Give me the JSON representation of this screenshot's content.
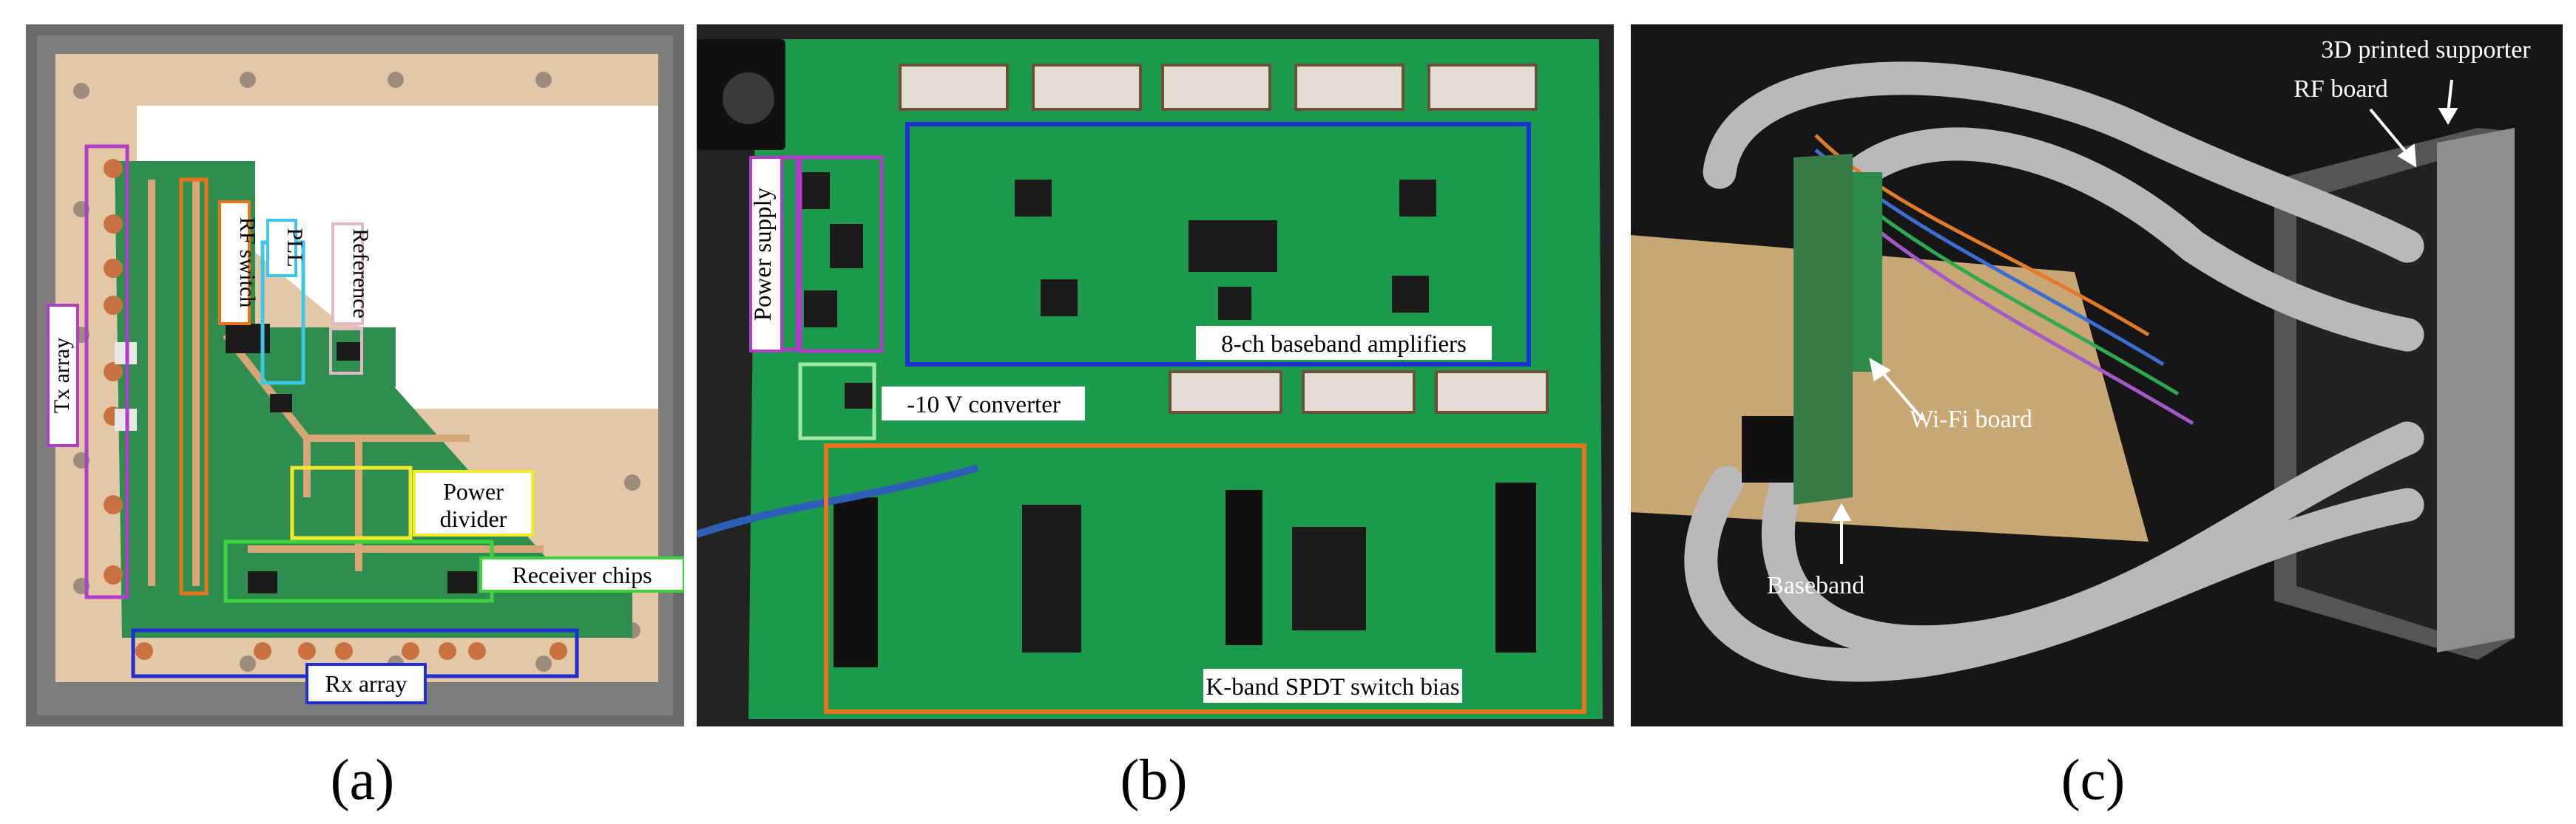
{
  "figure": {
    "panels": [
      {
        "caption": "(a)",
        "labels": {
          "tx_array": "Tx array",
          "rf_switch": "RF switch",
          "pll": "PLL",
          "reference": "Reference",
          "power_divider_1": "Power",
          "power_divider_2": "divider",
          "receiver_chips": "Receiver chips",
          "rx_array": "Rx array"
        },
        "colors": {
          "tx_array": "#b03fc8",
          "rf_switch": "#e8731a",
          "pll": "#3cc6e8",
          "reference": "#e0b8c8",
          "power_divider": "#f2ea2e",
          "receiver_chips": "#3fd23f",
          "rx_array": "#1f2fd0"
        }
      },
      {
        "caption": "(b)",
        "labels": {
          "power_supply": "Power supply",
          "baseband_amplifiers": "8-ch baseband amplifiers",
          "converter": "-10 V converter",
          "switch_bias": "K-band SPDT switch bias"
        },
        "colors": {
          "power_supply": "#b03fc8",
          "baseband_amplifiers": "#1f2fd0",
          "converter": "#9fe89f",
          "switch_bias": "#e8731a"
        }
      },
      {
        "caption": "(c)",
        "labels": {
          "supporter": "3D printed supporter",
          "rf_board": "RF board",
          "wifi_board": "Wi-Fi board",
          "baseband": "Baseband"
        }
      }
    ]
  }
}
